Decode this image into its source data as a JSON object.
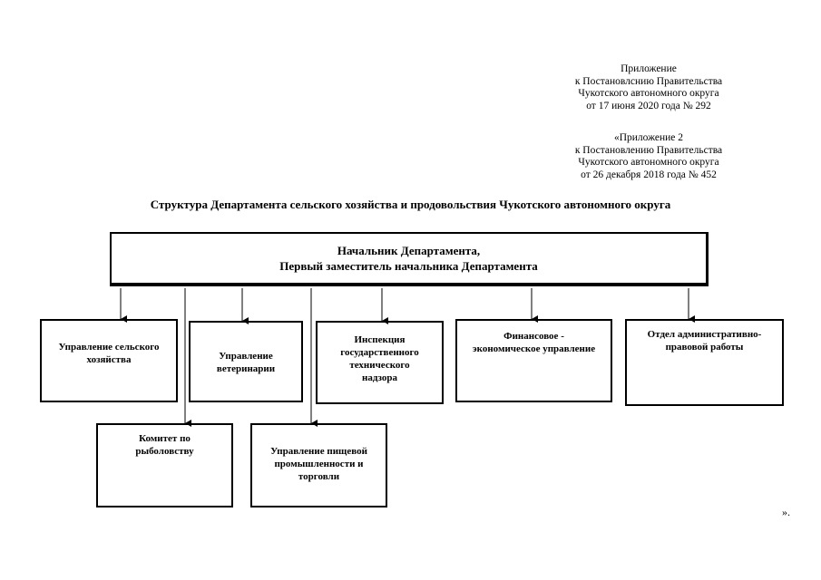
{
  "appendix_current": {
    "lines": [
      "Приложение",
      "к Постановлснию Правительства",
      "Чукотского автономного округа",
      "от  17  июня 2020 года №  292"
    ]
  },
  "appendix_previous": {
    "lines": [
      "«Приложение 2",
      "к Постановлению Правительства",
      "Чукотского автономного округа",
      "от 26 декабря 2018 года № 452"
    ]
  },
  "title": "Структура Департамента сельского хозяйства и продовольствия Чукотского автономного округа",
  "head": {
    "lines": [
      "Начальник Департамента,",
      "Первый заместитель начальника Департамента"
    ]
  },
  "departments": [
    {
      "id": "b1",
      "lines": [
        "Управление сельского",
        "хозяйства"
      ]
    },
    {
      "id": "b2",
      "lines": [
        "Управление",
        "ветеринарии"
      ]
    },
    {
      "id": "b3",
      "lines": [
        "Инспекция",
        "государственного",
        "технического",
        "надзора"
      ]
    },
    {
      "id": "b4",
      "lines": [
        "Финансовое -",
        "экономическое управление"
      ]
    },
    {
      "id": "b5",
      "lines": [
        "Отдел административно-",
        "правовой работы"
      ]
    },
    {
      "id": "b6",
      "lines": [
        "Комитет по",
        "рыболовству"
      ]
    },
    {
      "id": "b7",
      "lines": [
        "Управление пищевой",
        "промышленности и",
        "торговли"
      ]
    }
  ],
  "closing_mark": "»."
}
